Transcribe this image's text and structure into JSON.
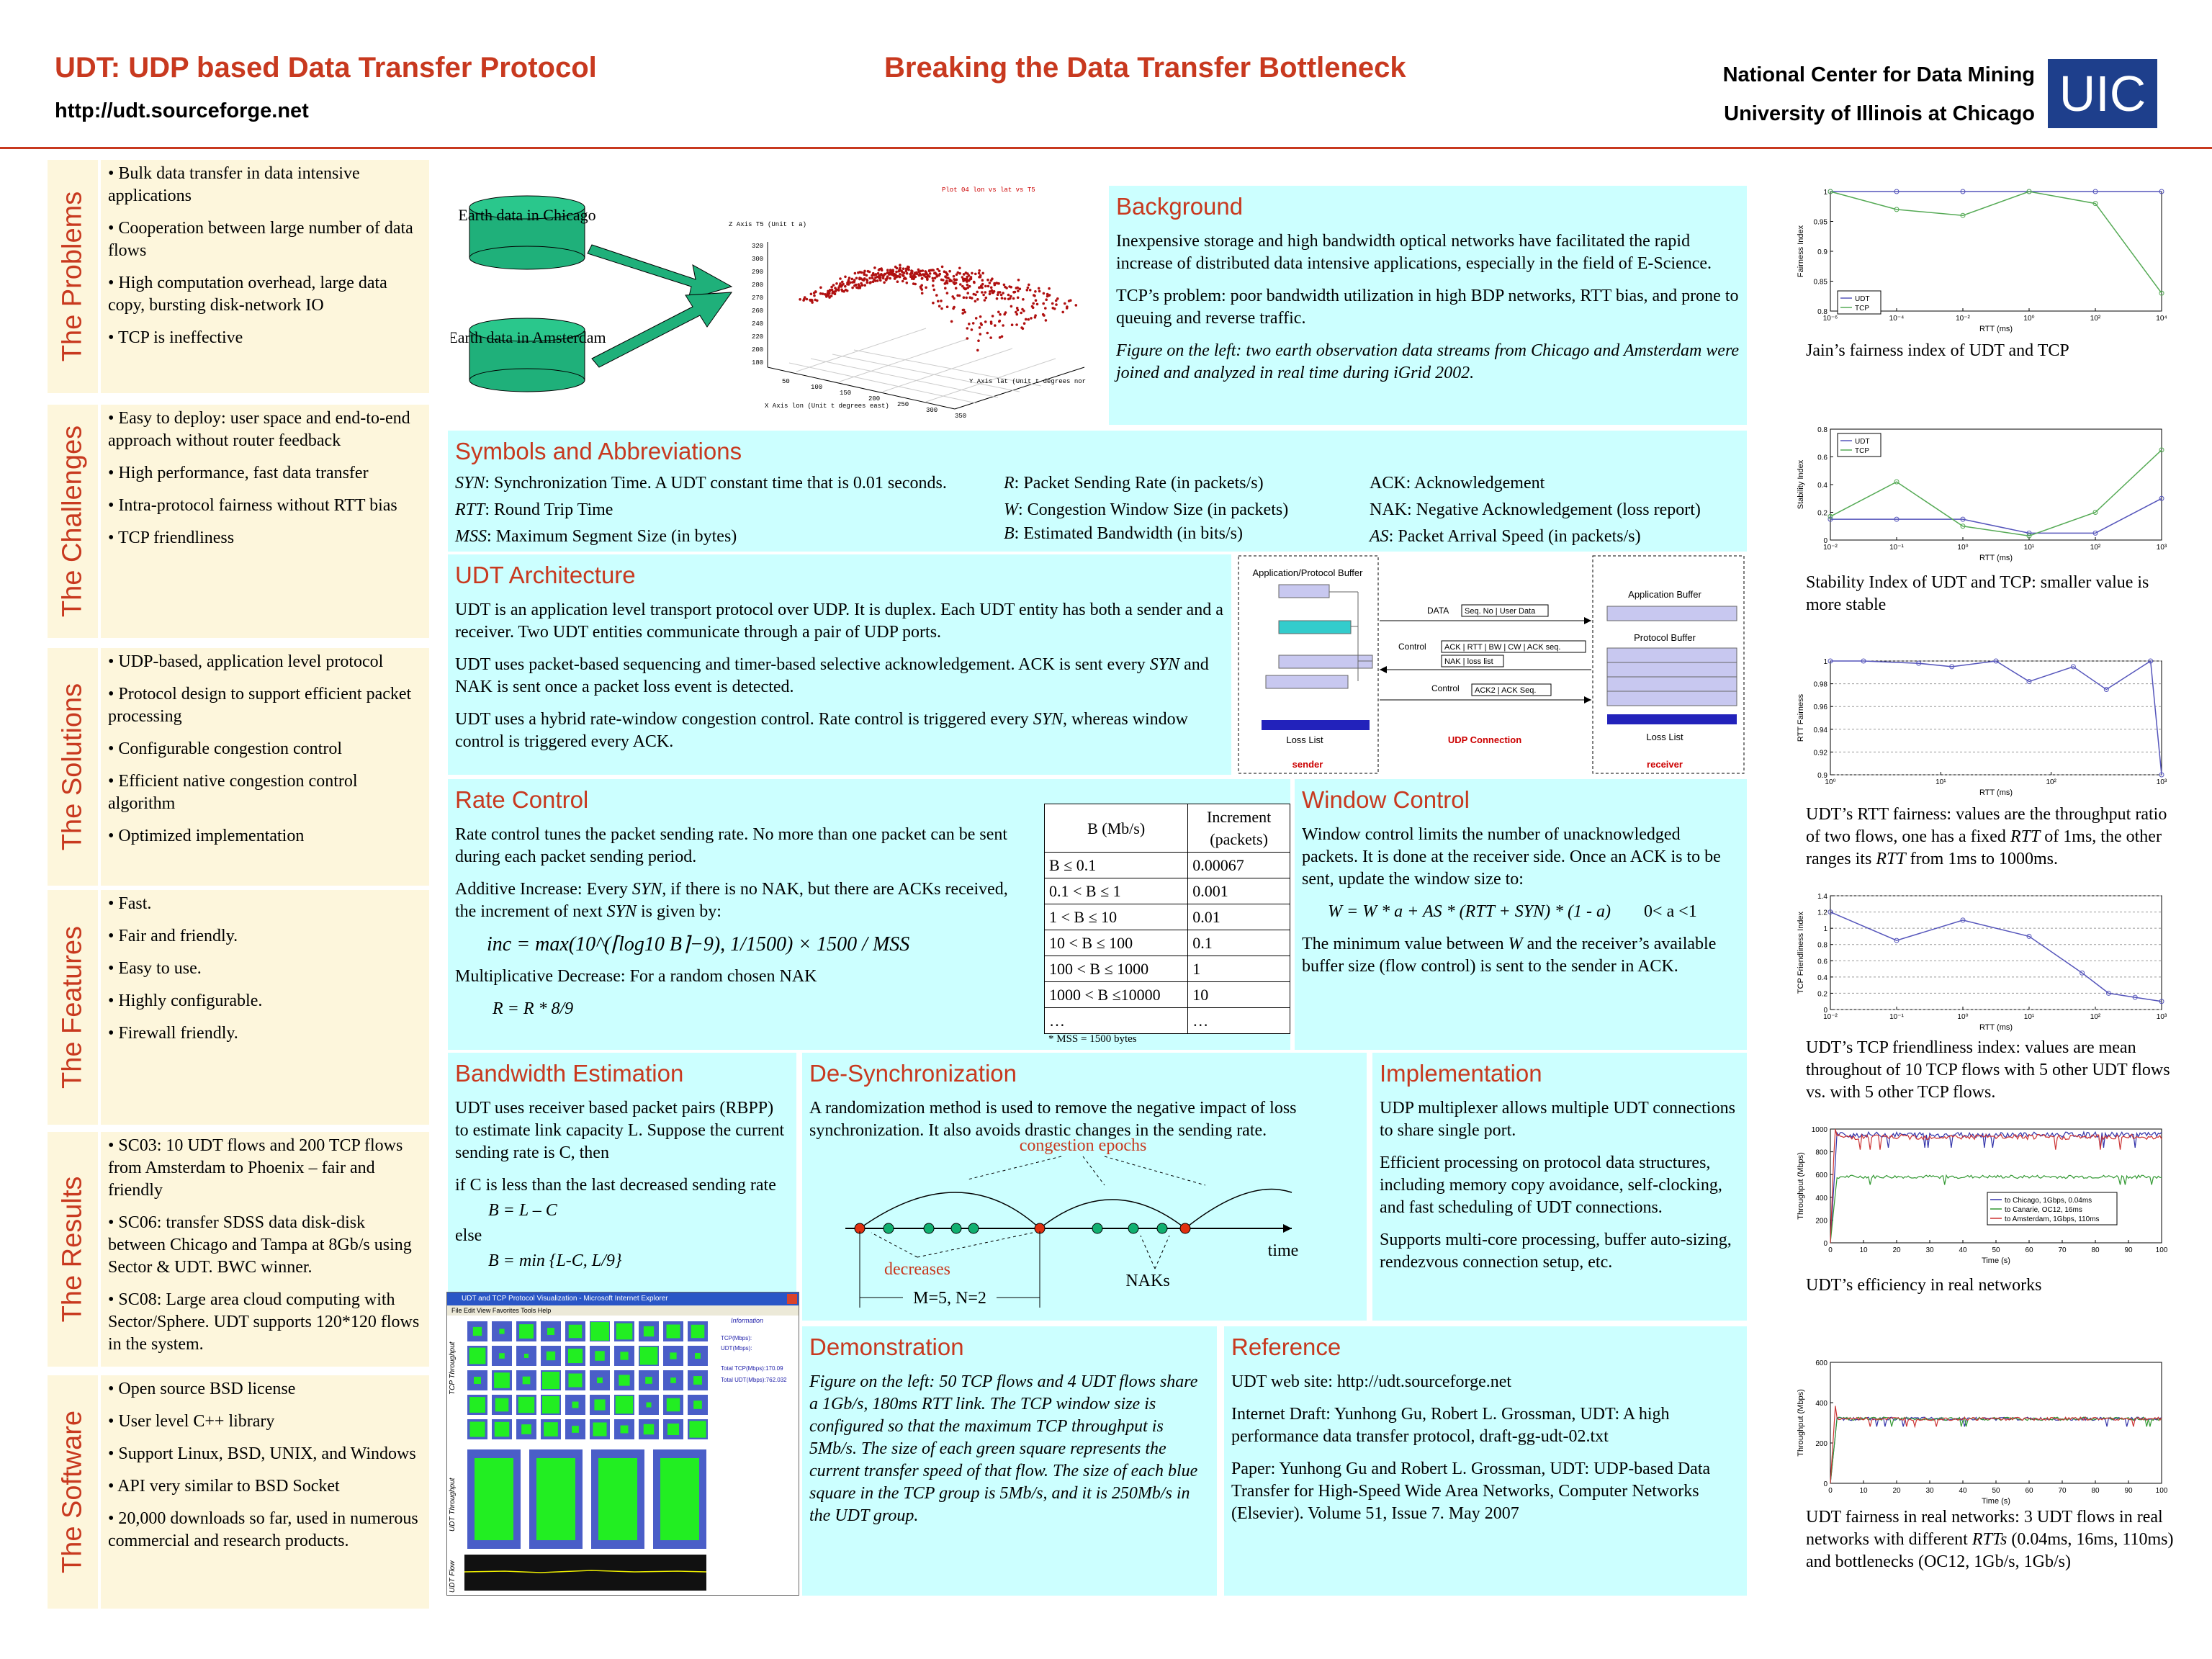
{
  "header": {
    "title_left": "UDT: UDP based Data Transfer Protocol",
    "url": "http://udt.sourceforge.net",
    "title_center": "Breaking the Data Transfer Bottleneck",
    "org_line1": "National Center for Data Mining",
    "org_line2": "University of Illinois at Chicago",
    "logo_text": "UIC"
  },
  "left_panels": [
    {
      "tab": "The Problems",
      "items": [
        "• Bulk data transfer in data intensive applications",
        "• Cooperation between large number of data flows",
        "• High computation overhead, large data copy, bursting disk-network IO",
        "• TCP is ineffective"
      ]
    },
    {
      "tab": "The Challenges",
      "items": [
        "• Easy to deploy: user space and end-to-end approach without router feedback",
        "• High performance, fast data transfer",
        "• Intra-protocol fairness without RTT bias",
        "• TCP friendliness"
      ]
    },
    {
      "tab": "The Solutions",
      "items": [
        "• UDP-based, application level protocol",
        "• Protocol design to support efficient packet processing",
        "• Configurable congestion control",
        "• Efficient native congestion control algorithm",
        "• Optimized implementation"
      ]
    },
    {
      "tab": "The Features",
      "items": [
        "• Fast.",
        "• Fair and friendly.",
        "• Easy to use.",
        "• Highly configurable.",
        "• Firewall friendly."
      ]
    },
    {
      "tab": "The Results",
      "items": [
        "• SC03: 10 UDT flows and 200 TCP flows from Amsterdam to Phoenix – fair and friendly",
        "• SC06: transfer SDSS data disk-disk between Chicago and Tampa at 8Gb/s using Sector & UDT. BWC winner.",
        "• SC08: Large area cloud computing with Sector/Sphere. UDT supports 120*120 flows in the system."
      ]
    },
    {
      "tab": "The Software",
      "items": [
        "• Open source BSD license",
        "• User level C++ library",
        "• Support Linux, BSD, UNIX, and Windows",
        "• API very similar to BSD Socket",
        "• 20,000 downloads so far, used in numerous commercial and research products."
      ]
    }
  ],
  "figure_top": {
    "chicago": "Earth data in Chicago",
    "amsterdam": "Earth data in Amsterdam",
    "plot_title": "Plot 04  lon vs lat vs  T5",
    "zaxis": "Z Axis T5 (Unit t a)",
    "xaxis": "X Axis lon (Unit t degrees east)",
    "yaxis": "Y Axis lat (Unit t degrees nor",
    "zticks": [
      "320",
      "300",
      "290",
      "280",
      "270",
      "260",
      "240",
      "220",
      "200",
      "180"
    ],
    "xticks": [
      "50",
      "100",
      "150",
      "200",
      "250",
      "300",
      "350"
    ]
  },
  "background": {
    "title": "Background",
    "p1": "Inexpensive storage and high bandwidth optical networks have facilitated the rapid increase of distributed data intensive applications, especially in the field of E-Science.",
    "p2": "TCP’s problem: poor bandwidth utilization in high BDP networks, RTT bias, and prone to queuing and reverse traffic.",
    "p3": "Figure on the left: two earth observation data streams from Chicago and Amsterdam were joined and analyzed in real time during iGrid 2002."
  },
  "symbols": {
    "title": "Symbols  and Abbreviations",
    "col1": [
      [
        "SYN",
        "Synchronization Time. A UDT constant time that is 0.01 seconds."
      ],
      [
        "RTT",
        "Round Trip Time"
      ],
      [
        "MSS",
        "Maximum Segment Size (in bytes)"
      ]
    ],
    "col2": [
      [
        "R",
        "Packet Sending Rate (in packets/s)"
      ],
      [
        "W",
        "Congestion Window Size (in packets)"
      ],
      [
        "B",
        "Estimated Bandwidth (in bits/s)"
      ]
    ],
    "col3": [
      "ACK: Acknowledgement",
      "NAK: Negative Acknowledgement (loss report)"
    ],
    "col3_last": [
      "AS",
      "Packet Arrival Speed (in packets/s)"
    ]
  },
  "architecture": {
    "title": "UDT Architecture",
    "p1": "UDT is an application level transport protocol over UDP. It is duplex. Each UDT entity has both a sender and a receiver. Two UDT entities communicate through a pair of UDP ports.",
    "p2a": "UDT uses packet-based sequencing and timer-based selective acknowledgement. ACK is sent every ",
    "p2b": "SYN",
    "p2c": " and NAK is sent once a packet loss event is detected.",
    "p3a": "UDT uses a hybrid rate-window congestion control. Rate control is triggered every ",
    "p3b": "SYN",
    "p3c": ", whereas window control is triggered every ACK.",
    "diagram": {
      "app_buffer": "Application/Protocol Buffer",
      "loss_list_s": "Loss List",
      "sender": "sender",
      "data": "DATA",
      "data_fields": "Seq. No | User Data",
      "control": "Control",
      "ctrl_fields": "ACK | RTT | BW | CW | ACK seq.",
      "nak_fields": "NAK | loss list",
      "control2": "Control",
      "ack2_fields": "ACK2 | ACK Seq.",
      "udp": "UDP Connection",
      "recv_app": "Application Buffer",
      "recv_proto": "Protocol Buffer",
      "loss_list_r": "Loss List",
      "receiver": "receiver"
    }
  },
  "rate_control": {
    "title": "Rate Control",
    "p1": "Rate control tunes the packet sending rate. No more than one packet can be sent during each packet sending period.",
    "p2a": "Additive Increase: Every ",
    "p2b": "SYN,",
    "p2c": " if there is no NAK, but there are ACKs received, the increment of next ",
    "p2d": "SYN",
    "p2e": " is given by:",
    "formula": "inc = max(10^(⌈log10 B⌉−9), 1/1500) × 1500 / MSS",
    "p3": "Multiplicative Decrease: For a random chosen NAK",
    "p4": "R = R * 8/9",
    "table_head": [
      "B (Mb/s)",
      "Increment (packets)"
    ],
    "table_rows": [
      [
        "B ≤ 0.1",
        "0.00067"
      ],
      [
        "0.1 < B ≤ 1",
        "0.001"
      ],
      [
        "1 < B ≤ 10",
        "0.01"
      ],
      [
        "10 < B ≤ 100",
        "0.1"
      ],
      [
        "100 < B ≤ 1000",
        "1"
      ],
      [
        "1000 < B ≤10000",
        "10"
      ],
      [
        "…",
        "…"
      ]
    ],
    "table_note": "* MSS = 1500 bytes"
  },
  "window_control": {
    "title": "Window Control",
    "p1": "Window control limits the number of unacknowledged packets. It is done at the receiver side. Once an ACK is to be sent, update the window size to:",
    "formula": "W = W * a + AS * (RTT + SYN) * (1 - a)",
    "cond": "0< a <1",
    "p2a": "The minimum value between ",
    "p2b": "W",
    "p2c": " and the receiver’s available buffer size (flow control) is sent to the sender in ACK."
  },
  "bandwidth": {
    "title": "Bandwidth  Estimation",
    "p1": "UDT uses receiver based packet pairs (RBPP) to estimate link capacity L. Suppose the current sending rate is C, then",
    "p2": "if C is less than the last decreased sending rate",
    "f1": "B = L – C",
    "else": "else",
    "f2": "B = min {L-C, L/9}"
  },
  "desync": {
    "title": "De-Synchronization",
    "p1": "A randomization method is used to remove the negative impact of loss synchronization. It also avoids drastic changes in the sending rate.",
    "epochs": "congestion epochs",
    "decreases": "decreases",
    "naks": "NAKs",
    "time": "time",
    "mn": "M=5, N=2"
  },
  "implementation": {
    "title": "Implementation",
    "p1": "UDP multiplexer allows multiple UDT connections to share single port.",
    "p2": "Efficient processing on protocol data structures, including memory copy avoidance, self-clocking, and fast scheduling of UDT connections.",
    "p3": "Supports multi-core processing, buffer auto-sizing, rendezvous connection setup, etc."
  },
  "demo_window": {
    "title": "UDT and TCP Protocol Visualization - Microsoft Internet Explorer",
    "menu": "File  Edit  View  Favorites  Tools  Help",
    "info": "Information",
    "tcp_label": "TCP(Mbps):",
    "udt_label": "UDT(Mbps):",
    "tcp_total": "Total TCP(Mbps):170.09",
    "udt_total": "Total UDT(Mbps):762.032",
    "side1": "TCP Throughput",
    "side2": "UDT Throughput",
    "side3": "UDT Flow"
  },
  "demonstration": {
    "title": "Demonstration",
    "p1": "Figure on the left: 50 TCP flows and 4 UDT flows share a 1Gb/s, 180ms RTT link. The TCP window size is configured so that the maximum TCP throughput is 5Mb/s. The size of each green square represents the current transfer speed of that flow. The size of each blue square in the TCP group is 5Mb/s, and it is 250Mb/s in the UDT group."
  },
  "reference": {
    "title": "Reference",
    "p1": "UDT web site: http://udt.sourceforge.net",
    "p2": "Internet Draft: Yunhong Gu, Robert L. Grossman, UDT: A high performance data transfer protocol, draft-gg-udt-02.txt",
    "p3": "Paper: Yunhong Gu and Robert L. Grossman, UDT: UDP-based Data Transfer for High-Speed Wide Area Networks, Computer Networks (Elsevier). Volume 51, Issue 7. May 2007"
  },
  "right_captions": {
    "c1": "Jain’s fairness index of UDT and TCP",
    "c2": "Stability Index of UDT and TCP: smaller value is more stable",
    "c3a": "UDT’s RTT fairness: values are the throughput ratio of two flows, one has a fixed ",
    "c3b": "RTT",
    "c3c": " of 1ms, the other ranges its ",
    "c3d": "RTT",
    "c3e": " from 1ms to 1000ms.",
    "c4": "UDT’s TCP friendliness index: values are mean throughout of 10 TCP flows with 5 other UDT flows vs. with 5 other TCP flows.",
    "c5": "UDT’s efficiency in real networks",
    "c6a": "UDT fairness in real networks: 3 UDT flows in real networks with different ",
    "c6b": "RTTs",
    "c6c": " (0.04ms, 16ms, 110ms) and bottlenecks (OC12, 1Gb/s, 1Gb/s)"
  },
  "chart_data": [
    {
      "type": "line",
      "ylabel": "Fairness Index",
      "xlabel": "RTT (ms)",
      "xticks": [
        "10⁻⁶",
        "10⁻⁴",
        "10⁻²",
        "10⁰",
        "10²",
        "10⁴"
      ],
      "ylim": [
        0.8,
        1
      ],
      "yticks": [
        "0.8",
        "0.85",
        "0.9",
        "0.95",
        "1"
      ],
      "x": [
        0,
        1,
        2,
        3,
        4,
        5
      ],
      "series": [
        {
          "name": "UDT",
          "color": "#5555bb",
          "values": [
            1,
            1,
            1,
            1,
            1,
            1
          ]
        },
        {
          "name": "TCP",
          "color": "#55aa55",
          "values": [
            1,
            0.97,
            0.96,
            1,
            0.98,
            0.83
          ]
        }
      ],
      "legend": "bottom-left"
    },
    {
      "type": "line",
      "ylabel": "Stability Index",
      "xlabel": "RTT (ms)",
      "xticks": [
        "10⁻²",
        "10⁻¹",
        "10⁰",
        "10¹",
        "10²",
        "10³"
      ],
      "ylim": [
        0,
        0.8
      ],
      "yticks": [
        "0",
        "0.2",
        "0.4",
        "0.6",
        "0.8"
      ],
      "x": [
        0,
        1,
        2,
        3,
        4,
        5
      ],
      "series": [
        {
          "name": "UDT",
          "color": "#5555bb",
          "values": [
            0.15,
            0.15,
            0.15,
            0.05,
            0.05,
            0.3
          ]
        },
        {
          "name": "TCP",
          "color": "#55aa55",
          "values": [
            0.17,
            0.42,
            0.1,
            0.03,
            0.2,
            0.65
          ]
        }
      ],
      "legend": "top-left"
    },
    {
      "type": "line",
      "ylabel": "RTT Fairness",
      "xlabel": "RTT (ms)",
      "xticks": [
        "10⁰",
        "10¹",
        "10²",
        "10³"
      ],
      "ylim": [
        0.9,
        1
      ],
      "yticks": [
        "0.9",
        "0.92",
        "0.94",
        "0.96",
        "0.98",
        "1"
      ],
      "x": [
        0,
        0.3,
        0.8,
        1.1,
        1.5,
        1.8,
        2.2,
        2.5,
        2.9,
        3.0
      ],
      "series": [
        {
          "name": "",
          "color": "#5555bb",
          "values": [
            1,
            1,
            0.998,
            0.995,
            1,
            0.982,
            0.995,
            0.975,
            1,
            0.9
          ]
        }
      ]
    },
    {
      "type": "line",
      "ylabel": "TCP Friendliness Index",
      "xlabel": "RTT (ms)",
      "xticks": [
        "10⁻²",
        "10⁻¹",
        "10⁰",
        "10¹",
        "10²",
        "10³"
      ],
      "ylim": [
        0,
        1.4
      ],
      "yticks": [
        "0",
        "0.2",
        "0.4",
        "0.6",
        "0.8",
        "1",
        "1.2",
        "1.4"
      ],
      "x": [
        0,
        1,
        2,
        3,
        3.8,
        4.2,
        4.6,
        5
      ],
      "series": [
        {
          "name": "",
          "color": "#5555bb",
          "values": [
            1.2,
            0.85,
            1.1,
            0.9,
            0.45,
            0.2,
            0.15,
            0.1
          ]
        }
      ]
    },
    {
      "type": "line",
      "ylabel": "Throughput (Mbps)",
      "xlabel": "Time (s)",
      "xticks": [
        "0",
        "10",
        "20",
        "30",
        "40",
        "50",
        "60",
        "70",
        "80",
        "90",
        "100"
      ],
      "ylim": [
        0,
        1000
      ],
      "yticks": [
        "0",
        "200",
        "400",
        "600",
        "800",
        "1000"
      ],
      "series": [
        {
          "name": "to Chicago, 1Gbps, 0.04ms",
          "color": "#3333aa",
          "level": 950
        },
        {
          "name": "to Canarie, OC12, 16ms",
          "color": "#339933",
          "level": 580
        },
        {
          "name": "to Amsterdam, 1Gbps, 110ms",
          "color": "#cc3333",
          "level": 930
        }
      ],
      "legend": "center-right"
    },
    {
      "type": "line",
      "ylabel": "Throughput (Mbps)",
      "xlabel": "Time (s)",
      "xticks": [
        "0",
        "10",
        "20",
        "30",
        "40",
        "50",
        "60",
        "70",
        "80",
        "90",
        "100"
      ],
      "ylim": [
        0,
        600
      ],
      "yticks": [
        "0",
        "200",
        "400",
        "600"
      ],
      "series": [
        {
          "name": "",
          "color": "#3333aa",
          "level": 320
        },
        {
          "name": "",
          "color": "#339933",
          "level": 320
        },
        {
          "name": "",
          "color": "#cc3333",
          "level": 320
        }
      ]
    }
  ]
}
